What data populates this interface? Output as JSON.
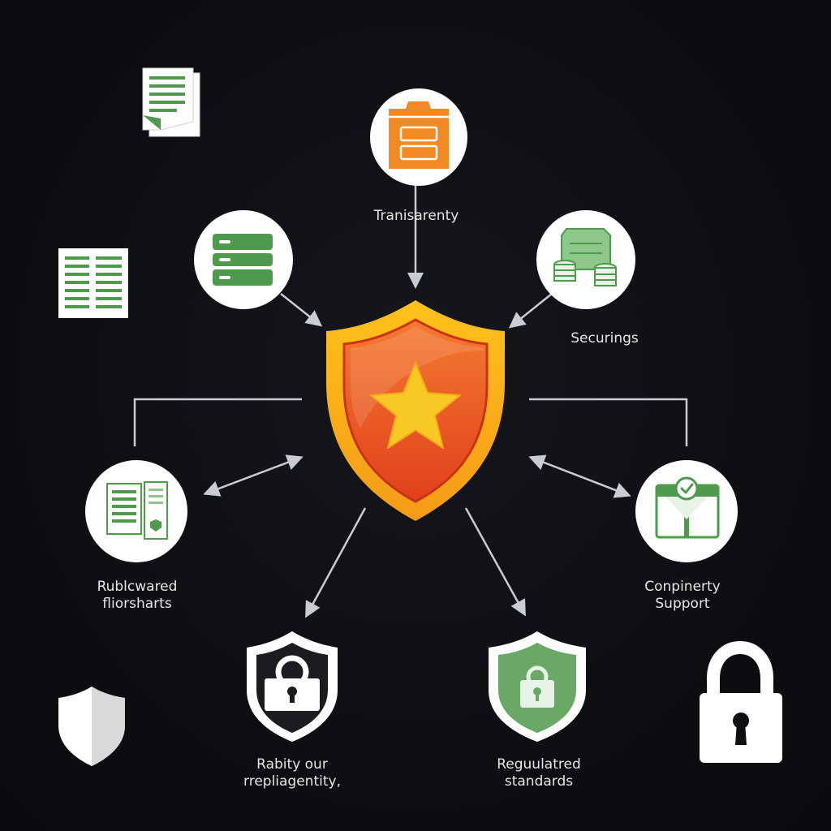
{
  "diagram": {
    "colors": {
      "background": "#0d0e12",
      "connector": "#c9cdd3",
      "accent_green": "#4f9a4c",
      "accent_orange": "#f28a23",
      "shield_gold": "#f5b51f",
      "shield_red": "#e24a1c",
      "star_yellow": "#f7c624"
    },
    "labels": {
      "top": "Tranisarenty",
      "right_upper": "Securings",
      "left_lower": [
        "Rublcwared",
        "fliorsharts"
      ],
      "right_lower": [
        "Conpinerty",
        "Support"
      ],
      "bottom_left": [
        "Rabity our",
        "rrepliagentity,"
      ],
      "bottom_right": [
        "Reguulatred",
        "standards"
      ]
    },
    "icons": {
      "center": "shield-star-icon",
      "top": "folder-icon",
      "left_upper": "server-icon",
      "right_upper": "money-stack-icon",
      "left_lower": "documents-icon",
      "right_lower": "checklist-window-icon",
      "bottom_left": "shield-lock-icon",
      "bottom_right": "shield-lock-icon",
      "corner_doc_top": "document-icon",
      "corner_doc_mid": "spreadsheet-icon",
      "corner_shield": "shield-icon",
      "corner_lock": "padlock-icon"
    }
  }
}
